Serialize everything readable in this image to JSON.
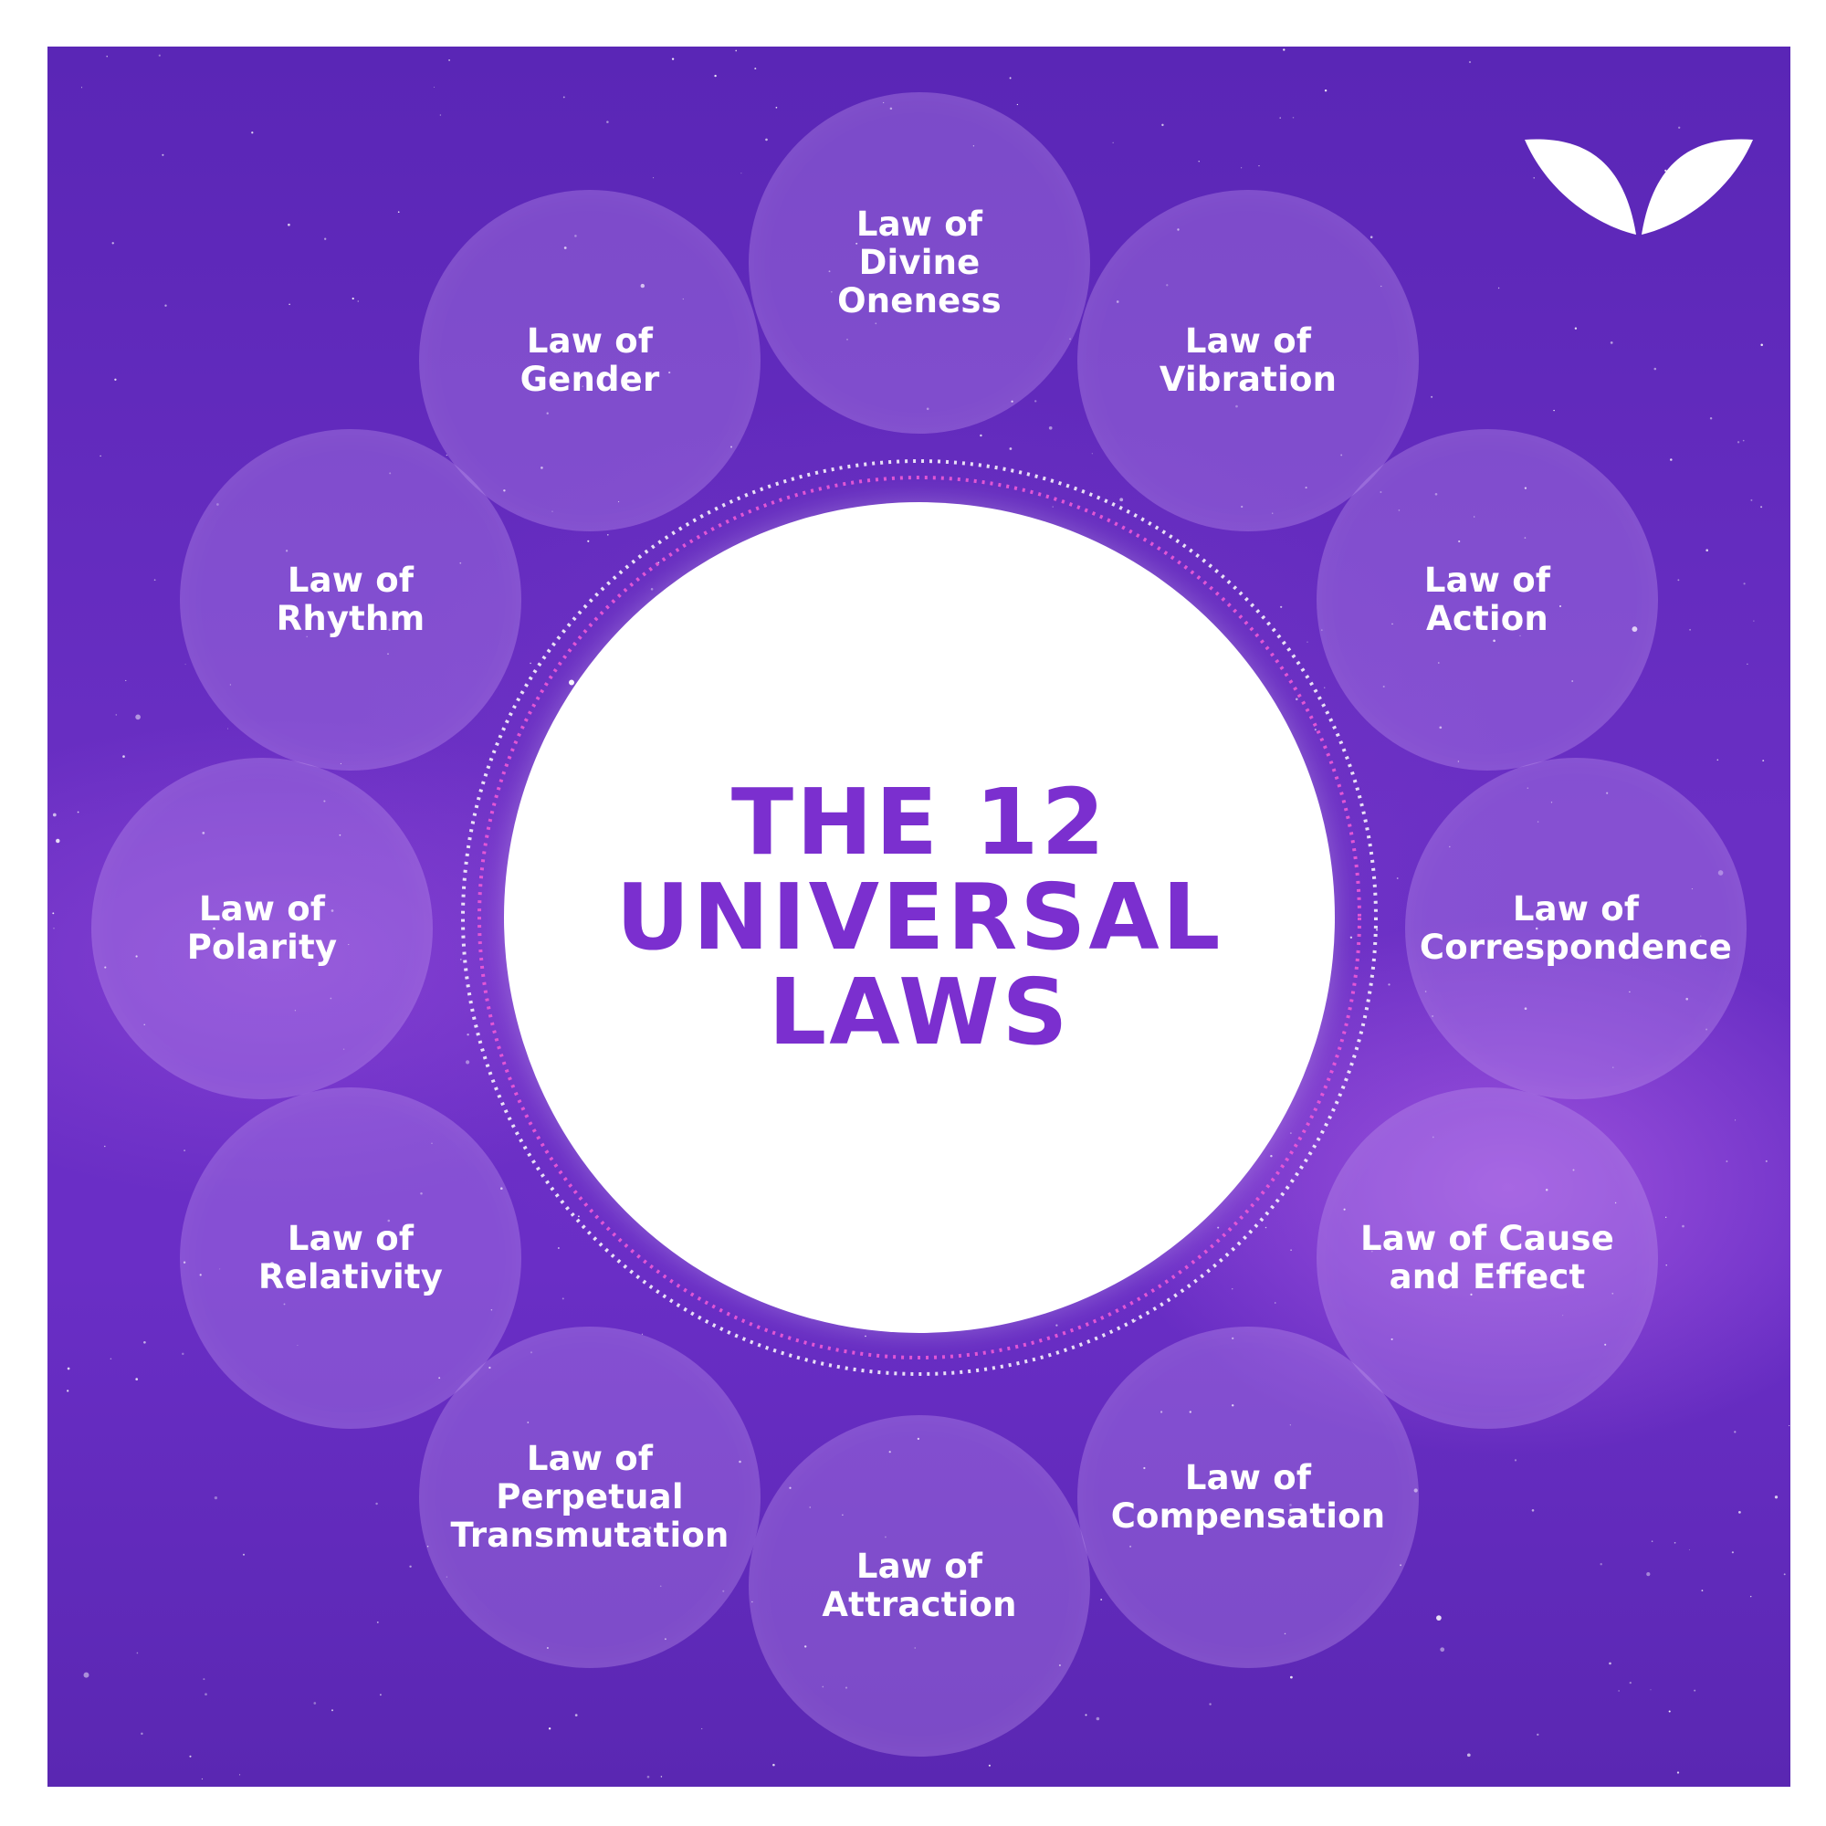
{
  "title": {
    "lines": [
      "THE 12",
      "UNIVERSAL",
      "LAWS"
    ]
  },
  "laws": [
    {
      "name": "divine-oneness",
      "label": "Law of\nDivine\nOneness"
    },
    {
      "name": "vibration",
      "label": "Law of\nVibration"
    },
    {
      "name": "action",
      "label": "Law of\nAction"
    },
    {
      "name": "correspondence",
      "label": "Law of\nCorrespondence"
    },
    {
      "name": "cause-and-effect",
      "label": "Law of Cause\nand Effect"
    },
    {
      "name": "compensation",
      "label": "Law of\nCompensation"
    },
    {
      "name": "attraction",
      "label": "Law of\nAttraction"
    },
    {
      "name": "perpetual-transmutation",
      "label": "Law of\nPerpetual\nTransmutation"
    },
    {
      "name": "relativity",
      "label": "Law of\nRelativity"
    },
    {
      "name": "polarity",
      "label": "Law of\nPolarity"
    },
    {
      "name": "rhythm",
      "label": "Law of\nRhythm"
    },
    {
      "name": "gender",
      "label": "Law of\nGender"
    }
  ],
  "logo": {
    "icon": "leaf-logo-icon"
  },
  "colors": {
    "background": "#6a2fc4",
    "title": "#7b2fcf",
    "circle_fill": "#be96f0",
    "ring_outer": "#ffffff",
    "ring_inner": "#e857d6"
  }
}
